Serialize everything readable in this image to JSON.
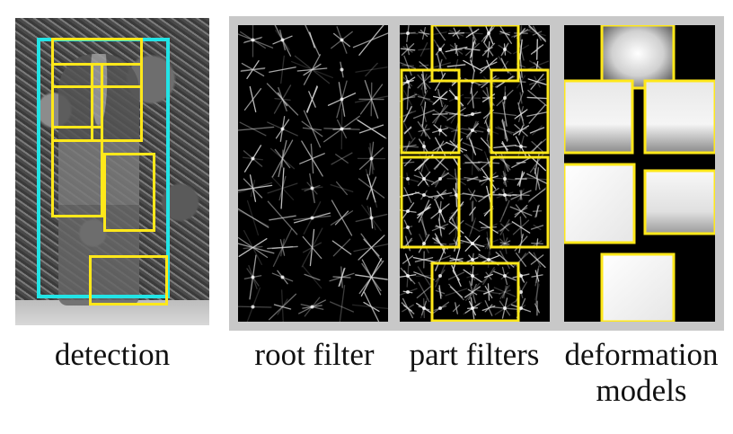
{
  "captions": {
    "detection": "detection",
    "root_filter": "root filter",
    "part_filters": "part filters",
    "deformation_line1": "deformation",
    "deformation_line2": "models"
  },
  "colors": {
    "part_box": "#ffe81a",
    "root_box": "#22e4e6",
    "frame": "#c8c8c8",
    "filter_background": "#000000"
  }
}
